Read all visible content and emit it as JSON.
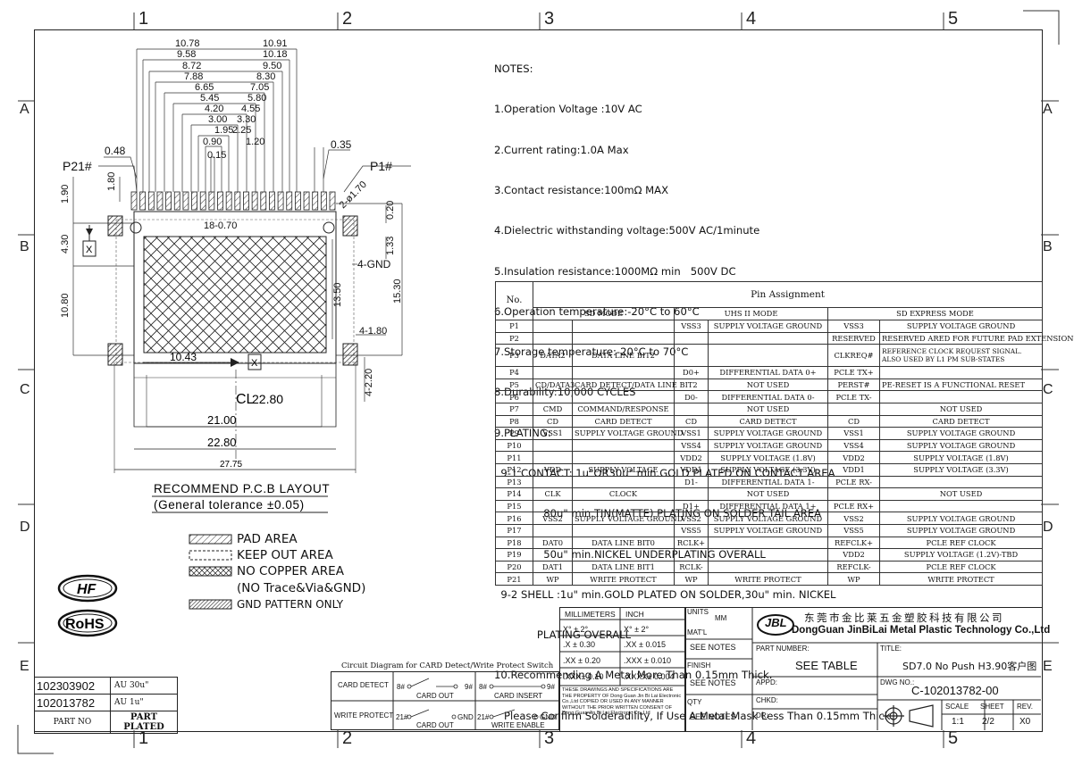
{
  "zones": {
    "cols": [
      "1",
      "2",
      "3",
      "4",
      "5"
    ],
    "rows": [
      "A",
      "B",
      "C",
      "D",
      "E"
    ]
  },
  "notes": {
    "heading": "NOTES:",
    "lines": [
      "1.Operation Voltage :10V AC",
      "2.Current rating:1.0A Max",
      "3.Contact resistance:100mΩ MAX",
      "4.Dielectric withstanding voltage:500V AC/1minute",
      "5.Insulation resistance:1000MΩ min   500V DC",
      "6.Operation temperature:-20°C to 60°C",
      "7.Storage temperature:-20°C to 70°C",
      "8.Durability:10,000 CYCLES",
      "9.PLATING:",
      "  9-1 CONTACT: 1u\"OR30u\" min.GOLD PLATED ON CONTACT AREA",
      "               80u\" min.TIN(MATTE) PLATING ON SOLDER TAIL AREA",
      "               50u\" min.NICKEL UNDERPLATING OVERALL",
      "  9-2 SHELL :1u\" min.GOLD PLATED ON SOLDER,30u\" min. NICKEL",
      "             PLATING OVERALL",
      "10.Recommending A Metal More Than 0.15mm Thick.",
      "   Please Confirm Solderadility, If Use A Metal Mask Less Than 0.15mm Thick."
    ]
  },
  "pin_table": {
    "no_label": "No.",
    "title": "Pin Assignment",
    "groups": [
      "SD MODE",
      "UHS II MODE",
      "SD EXPRESS MODE"
    ],
    "rows": [
      [
        "P1",
        "",
        "",
        "VSS3",
        "SUPPLY VOLTAGE GROUND",
        "VSS3",
        "SUPPLY VOLTAGE GROUND"
      ],
      [
        "P2",
        "",
        "",
        "",
        "",
        "RESERVED",
        "RESERVED ARED FOR FUTURE PAD EXTENSION"
      ],
      [
        "P3",
        "DATA2",
        "DATA LINE BIT2",
        "",
        "",
        "CLKREQ#",
        "REFERENCE CLOCK REQUEST SIGNAL. ALSO USED BY L1 PM SUB-STATES"
      ],
      [
        "P4",
        "",
        "",
        "D0+",
        "DIFFERENTIAL DATA 0+",
        "PCLE TX+",
        ""
      ],
      [
        "P5",
        "CD/DATA3",
        "CARD DETECT/DATA LINE BIT2",
        "",
        "NOT USED",
        "PERST#",
        "PE-RESET IS A FUNCTIONAL RESET"
      ],
      [
        "P6",
        "",
        "",
        "D0-",
        "DIFFERENTIAL DATA 0-",
        "PCLE TX-",
        ""
      ],
      [
        "P7",
        "CMD",
        "COMMAND/RESPONSE",
        "",
        "NOT USED",
        "",
        "NOT USED"
      ],
      [
        "P8",
        "CD",
        "CARD DETECT",
        "CD",
        "CARD DETECT",
        "CD",
        "CARD DETECT"
      ],
      [
        "P9",
        "VSS1",
        "SUPPLY VOLTAGE GROUND",
        "VSS1",
        "SUPPLY VOLTAGE GROUND",
        "VSS1",
        "SUPPLY VOLTAGE GROUND"
      ],
      [
        "P10",
        "",
        "",
        "VSS4",
        "SUPPLY VOLTAGE GROUND",
        "VSS4",
        "SUPPLY VOLTAGE GROUND"
      ],
      [
        "P11",
        "",
        "",
        "VDD2",
        "SUPPLY VOLTAGE (1.8V)",
        "VDD2",
        "SUPPLY VOLTAGE (1.8V)"
      ],
      [
        "P12",
        "VDD",
        "SUPPLY VOLTAGE",
        "VDD1",
        "SUPPLY VOLTAGE (3.3V)",
        "VDD1",
        "SUPPLY VOLTAGE (3.3V)"
      ],
      [
        "P13",
        "",
        "",
        "D1-",
        "DIFFERENTIAL DATA 1-",
        "PCLE RX-",
        ""
      ],
      [
        "P14",
        "CLK",
        "CLOCK",
        "",
        "NOT USED",
        "",
        "NOT USED"
      ],
      [
        "P15",
        "",
        "",
        "D1+",
        "DIFFERENTIAL DATA 1+",
        "PCLE RX+",
        ""
      ],
      [
        "P16",
        "VSS2",
        "SUPPLY VOLTAGE GROUND",
        "VSS2",
        "SUPPLY VOLTAGE GROUND",
        "VSS2",
        "SUPPLY VOLTAGE GROUND"
      ],
      [
        "P17",
        "",
        "",
        "VSS5",
        "SUPPLY VOLTAGE GROUND",
        "VSS5",
        "SUPPLY VOLTAGE GROUND"
      ],
      [
        "P18",
        "DAT0",
        "DATA LINE BIT0",
        "RCLK+",
        "",
        "REFCLK+",
        "PCLE REF CLOCK"
      ],
      [
        "P19",
        "",
        "",
        "",
        "",
        "VDD2",
        "SUPPLY VOLTAGE (1.2V)-TBD"
      ],
      [
        "P20",
        "DAT1",
        "DATA LINE BIT1",
        "RCLK-",
        "",
        "REFCLK-",
        "PCLE REF CLOCK"
      ],
      [
        "P21",
        "WP",
        "WRITE PROTECT",
        "WP",
        "WRITE PROTECT",
        "WP",
        "WRITE PROTECT"
      ]
    ]
  },
  "drawing": {
    "top_dims_left": [
      "10.78",
      "9.58",
      "8.72",
      "7.88",
      "6.65",
      "5.45",
      "4.20",
      "3.00",
      "1.95",
      "0.90",
      "0.15"
    ],
    "top_dims_right": [
      "10.91",
      "10.18",
      "9.50",
      "8.30",
      "7.05",
      "5.80",
      "4.55",
      "3.30",
      "2.25",
      "1.20"
    ],
    "p21": "P21#",
    "p1": "P1#",
    "d_048": "0.48",
    "d_035": "0.35",
    "d_180": "1.80",
    "d_190": "1.90",
    "d_2phi": "2-ø1.70",
    "d_020": "0.20",
    "d_1870": "18-0.70",
    "d_430": "4.30",
    "d_133": "1.33",
    "d_4gnd": "4-GND",
    "d_1080": "10.80",
    "d_1350": "13.50",
    "d_1530": "15.30",
    "d_4180": "4-1.80",
    "d_4220": "4-2.20",
    "d_1043": "10.43",
    "d_2280c": "22.80",
    "d_2100": "21.00",
    "d_2280": "22.80",
    "d_2775": "27.75",
    "cl": "CL",
    "x_mark": "X",
    "caption1": "RECOMMEND P.C.B LAYOUT",
    "caption2": "(General tolerance ±0.05)"
  },
  "legend": [
    "PAD AREA",
    "KEEP OUT AREA",
    "NO COPPER AREA",
    "(NO Trace&Via&GND)",
    "GND PATTERN ONLY"
  ],
  "logos": {
    "hf": "HF",
    "rohs": "RoHS"
  },
  "parts": {
    "rows": [
      [
        "102303902",
        "AU 30u\""
      ],
      [
        "102013782",
        "AU 1u\""
      ]
    ],
    "head_no": "PART NO",
    "head_plated": "PART PLATED"
  },
  "circuit": {
    "title": "Circuit Diagram for CARD Detect/Write Protect Switch",
    "row1": "CARD DETECT",
    "row2": "WRITE PROTECT",
    "p8": "8#",
    "p9": "9#",
    "p21": "21#",
    "gnd": "GND",
    "card_out": "CARD OUT",
    "card_insert": "CARD INSERT",
    "write_enable": "WRITE ENABLE"
  },
  "tolerance": {
    "mm": "MILLIMETERS",
    "inch": "INCH",
    "rows": [
      [
        "X°  ±  2°",
        "X°  ±  2°"
      ],
      [
        ".X  ±  0.30",
        ".XX  ±  0.015"
      ],
      [
        ".XX ±  0.20",
        ".XXX ± 0.010"
      ],
      [
        ".XXX± 0.10",
        ".XXXX± 0.004"
      ]
    ],
    "disclaimer": "THESE DRAWINGS AND SPECIFICATIONS ARE THE PROPERTY OF Dong Guan Jin Bi Lai Electronic Co.,Ltd COPIED OR USED IN ANY MANNER WITHOUT THE PRIOR WRITTEN CONSENT OF Dong Guan Jin Bi Lai Electronic Co.,Ltd"
  },
  "title_block": {
    "units": "UNITS",
    "units_val": "MM",
    "matl": "MAT'L",
    "matl_val": "SEE NOTES",
    "finish": "FINISH",
    "finish_val": "SEE NOTES",
    "qty": "QTY",
    "qty_val": "SEE NOTES",
    "company_cn": "东莞市金比莱五金塑胶科技有限公司",
    "company_en": "DongGuan JinBiLai Metal Plastic Technology Co.,Ltd",
    "logo": "JBL",
    "part_number": "PART NUMBER:",
    "part_val": "SEE TABLE",
    "title": "TITLE:",
    "title_val": "SD7.0 No Push H3.90客户图",
    "appd": "APPD:",
    "chkd": "CHKD:",
    "dr": "DR:",
    "dwg": "DWG NO.:",
    "dwg_val": "C-102013782-00",
    "scale": "SCALE",
    "sheet": "SHEET",
    "rev": "REV.",
    "scale_val": "1:1",
    "sheet_val": "2/2",
    "rev_val": "X0"
  }
}
